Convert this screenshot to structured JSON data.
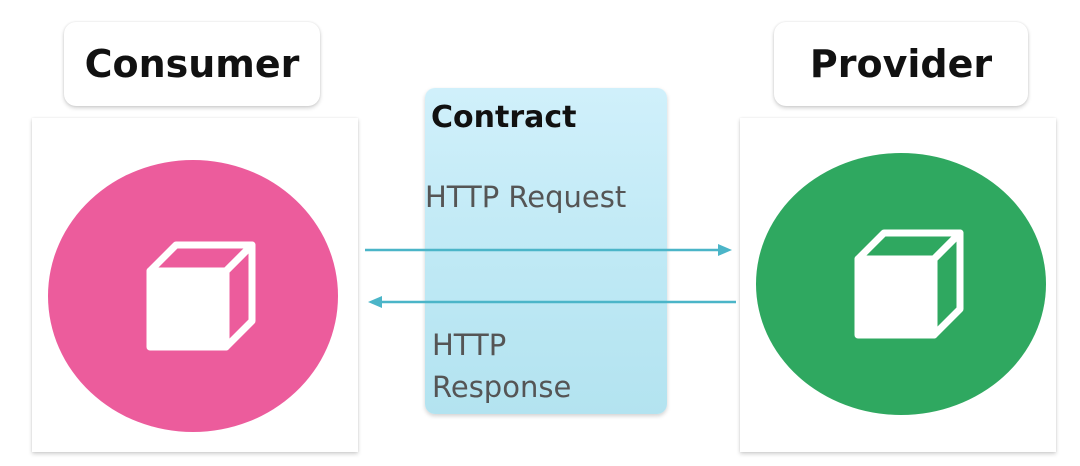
{
  "consumer": {
    "label": "Consumer",
    "color": "#ec5c9c",
    "icon": "cube-icon"
  },
  "provider": {
    "label": "Provider",
    "color": "#2fa860",
    "icon": "cube-icon"
  },
  "contract": {
    "title": "Contract",
    "request_label": "HTTP Request",
    "response_label_line1": "HTTP",
    "response_label_line2": "Response",
    "box_color": "#c4ecf7",
    "arrow_color": "#4bb5c8"
  }
}
